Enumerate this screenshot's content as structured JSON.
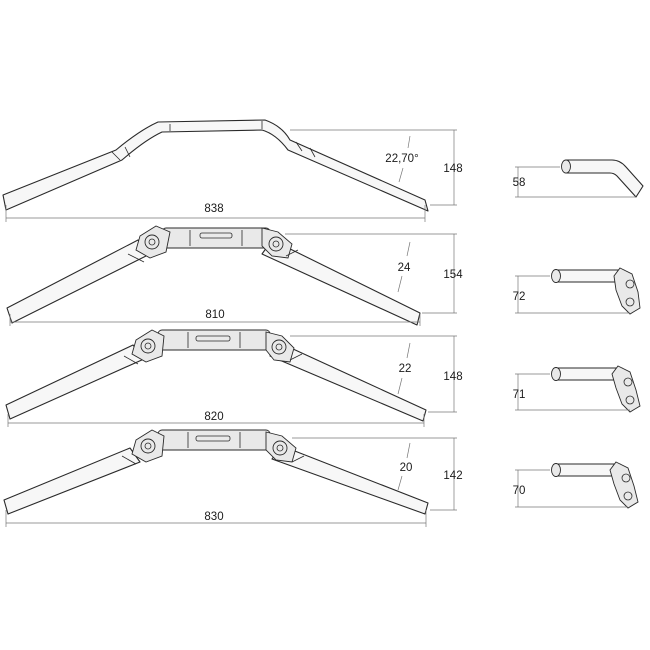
{
  "handlebars": [
    {
      "id": "bar-1",
      "width_label": "838",
      "rise_label": "148",
      "angle_label": "22,70°",
      "side_label": "58",
      "style": "plain"
    },
    {
      "id": "bar-2",
      "width_label": "810",
      "rise_label": "154",
      "angle_label": "24",
      "side_label": "72",
      "style": "riser"
    },
    {
      "id": "bar-3",
      "width_label": "820",
      "rise_label": "148",
      "angle_label": "22",
      "side_label": "71",
      "style": "riser"
    },
    {
      "id": "bar-4",
      "width_label": "830",
      "rise_label": "142",
      "angle_label": "20",
      "side_label": "70",
      "style": "riser"
    }
  ]
}
